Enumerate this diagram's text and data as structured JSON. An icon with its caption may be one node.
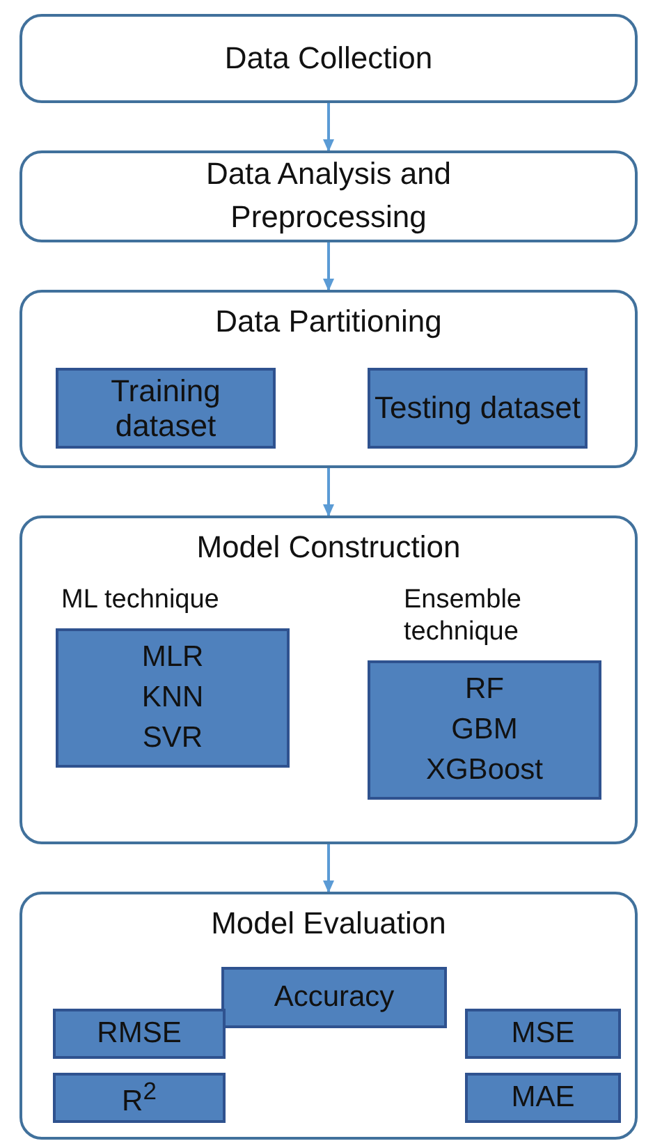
{
  "diagram": {
    "nodes": [
      {
        "text": [
          "Data Collection"
        ]
      },
      {
        "text": [
          "Data Analysis and Preprocessing"
        ]
      },
      {
        "text": [
          "Data Partitioning"
        ]
      },
      {
        "text": [
          "Training dataset"
        ],
        "in": 2
      },
      {
        "text": [
          "Testing dataset"
        ],
        "in": 2
      },
      {
        "text": [
          "Model Construction"
        ]
      },
      {
        "text": [
          "ML technique",
          "MLR",
          "KNN",
          "SVR"
        ],
        "in": 5
      },
      {
        "text": [
          "Ensemble technique",
          "RF",
          "GBM",
          "XGBoost"
        ],
        "in": 5
      },
      {
        "text": [
          "Model Evaluation"
        ]
      },
      {
        "text": [
          "Accuracy"
        ],
        "in": 8
      },
      {
        "text": [
          "RMSE"
        ],
        "in": 8
      },
      {
        "text": [
          "MSE"
        ],
        "in": 8
      },
      {
        "text": [
          "R$^{2}$"
        ],
        "in": 8
      },
      {
        "text": [
          "MAE"
        ],
        "in": 8
      }
    ],
    "edges": [
      {
        "from": 0,
        "to": 1,
        "arrow": "to"
      },
      {
        "from": 1,
        "to": 2,
        "arrow": "to"
      },
      {
        "from": 2,
        "to": 5,
        "arrow": "to"
      },
      {
        "from": 5,
        "to": 8,
        "arrow": "to"
      }
    ]
  }
}
